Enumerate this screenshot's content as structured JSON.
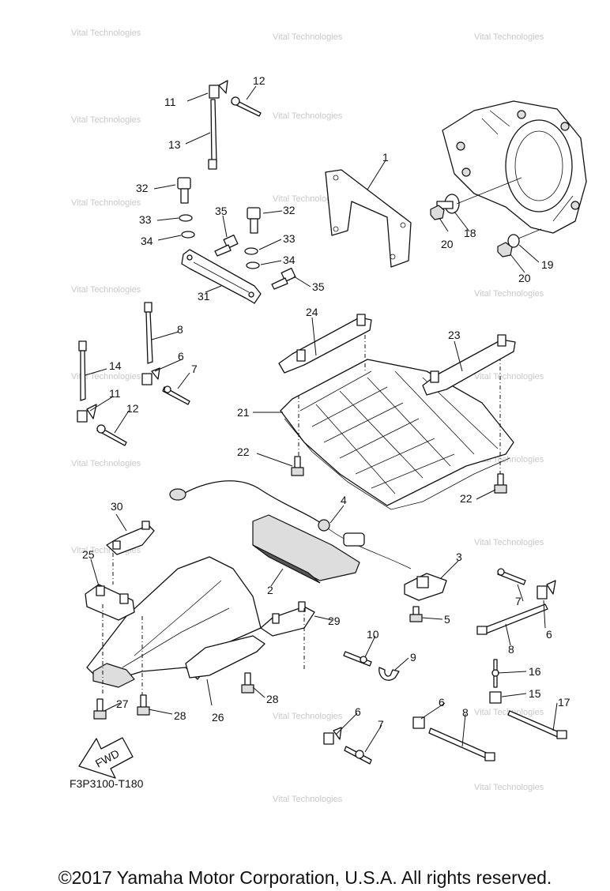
{
  "watermark": "Vital Technologies",
  "figure_code": "F3P3100-T180",
  "fwd_label": "FWD",
  "copyright": "©2017 Yamaha Motor Corporation, U.S.A. All rights reserved.",
  "callouts": [
    {
      "id": "c1",
      "text": "1"
    },
    {
      "id": "c2",
      "text": "2"
    },
    {
      "id": "c3",
      "text": "3"
    },
    {
      "id": "c4",
      "text": "4"
    },
    {
      "id": "c5",
      "text": "5"
    },
    {
      "id": "c6a",
      "text": "6"
    },
    {
      "id": "c6b",
      "text": "6"
    },
    {
      "id": "c6c",
      "text": "6"
    },
    {
      "id": "c6d",
      "text": "6"
    },
    {
      "id": "c7a",
      "text": "7"
    },
    {
      "id": "c7b",
      "text": "7"
    },
    {
      "id": "c7c",
      "text": "7"
    },
    {
      "id": "c8a",
      "text": "8"
    },
    {
      "id": "c8b",
      "text": "8"
    },
    {
      "id": "c8c",
      "text": "8"
    },
    {
      "id": "c9",
      "text": "9"
    },
    {
      "id": "c10",
      "text": "10"
    },
    {
      "id": "c11a",
      "text": "11"
    },
    {
      "id": "c11b",
      "text": "11"
    },
    {
      "id": "c12a",
      "text": "12"
    },
    {
      "id": "c12b",
      "text": "12"
    },
    {
      "id": "c13",
      "text": "13"
    },
    {
      "id": "c14",
      "text": "14"
    },
    {
      "id": "c15",
      "text": "15"
    },
    {
      "id": "c16",
      "text": "16"
    },
    {
      "id": "c17",
      "text": "17"
    },
    {
      "id": "c18",
      "text": "18"
    },
    {
      "id": "c19",
      "text": "19"
    },
    {
      "id": "c20a",
      "text": "20"
    },
    {
      "id": "c20b",
      "text": "20"
    },
    {
      "id": "c21",
      "text": "21"
    },
    {
      "id": "c22a",
      "text": "22"
    },
    {
      "id": "c22b",
      "text": "22"
    },
    {
      "id": "c23",
      "text": "23"
    },
    {
      "id": "c24",
      "text": "24"
    },
    {
      "id": "c25",
      "text": "25"
    },
    {
      "id": "c26",
      "text": "26"
    },
    {
      "id": "c27",
      "text": "27"
    },
    {
      "id": "c28a",
      "text": "28"
    },
    {
      "id": "c28b",
      "text": "28"
    },
    {
      "id": "c29",
      "text": "29"
    },
    {
      "id": "c30",
      "text": "30"
    },
    {
      "id": "c31",
      "text": "31"
    },
    {
      "id": "c32a",
      "text": "32"
    },
    {
      "id": "c32b",
      "text": "32"
    },
    {
      "id": "c33a",
      "text": "33"
    },
    {
      "id": "c33b",
      "text": "33"
    },
    {
      "id": "c34a",
      "text": "34"
    },
    {
      "id": "c34b",
      "text": "34"
    },
    {
      "id": "c35a",
      "text": "35"
    },
    {
      "id": "c35b",
      "text": "35"
    }
  ]
}
